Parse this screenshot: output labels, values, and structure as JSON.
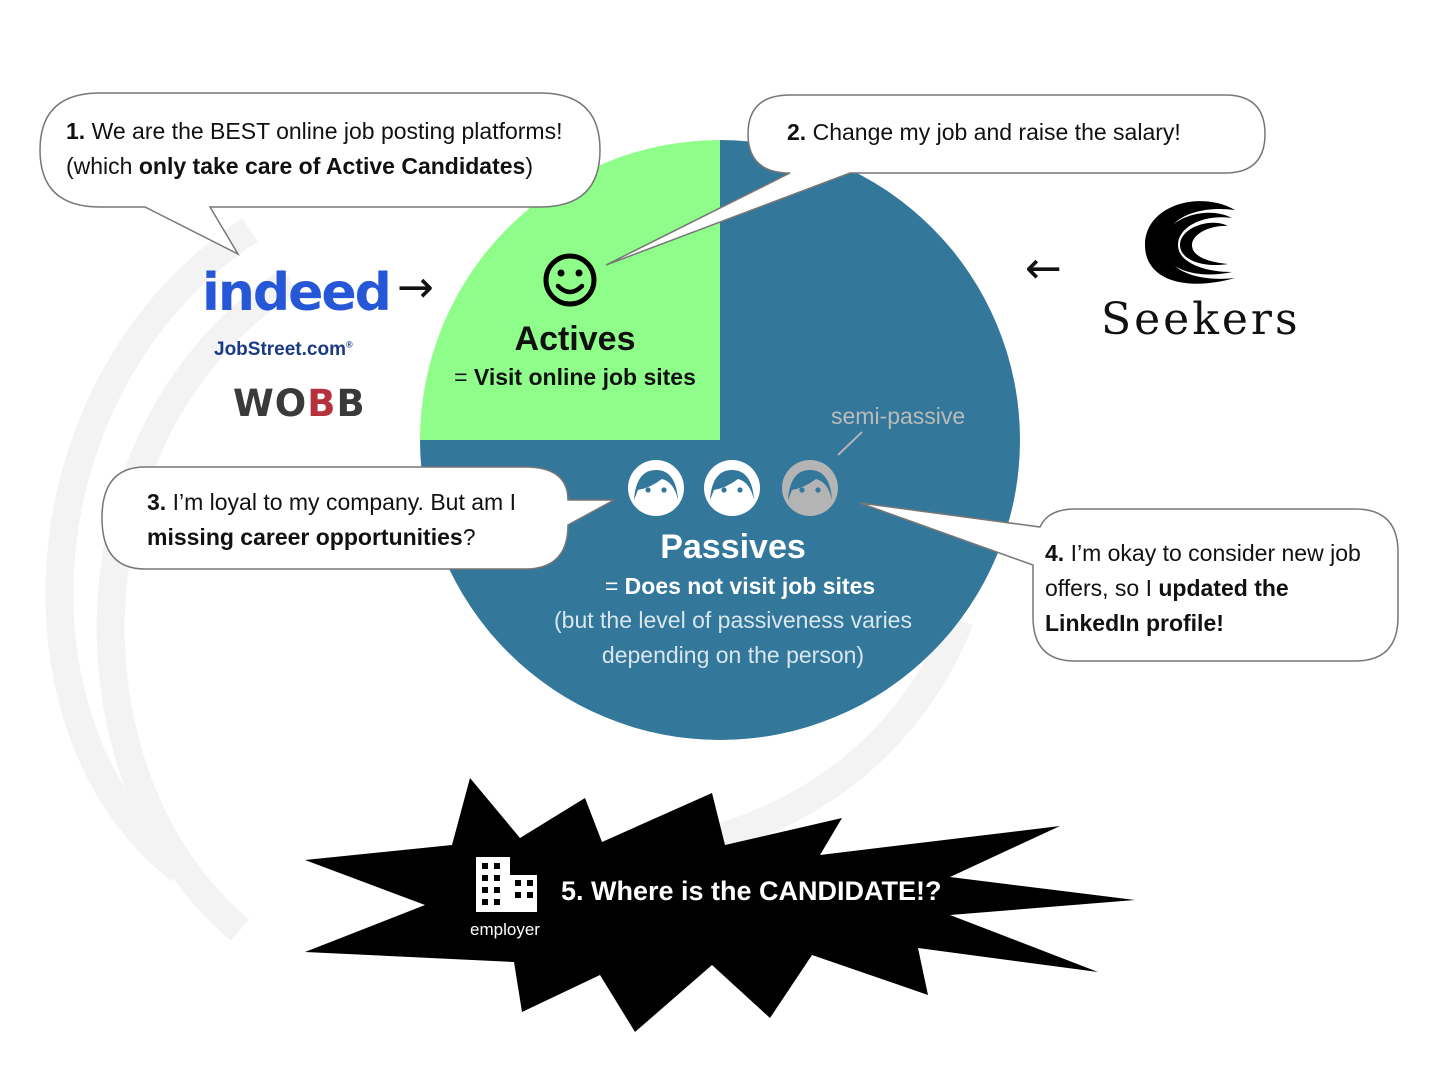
{
  "bubbles": {
    "b1": {
      "num": "1.",
      "line1": "We are the BEST online job posting platforms!",
      "line2_prefix": "(which ",
      "line2_bold": "only take care of Active Candidates",
      "line2_suffix": ")"
    },
    "b2": {
      "num": "2.",
      "text": "Change my job and raise the salary!"
    },
    "b3": {
      "num": "3.",
      "line1": "I’m loyal to my company. But am I",
      "line2_bold": "missing career opportunities",
      "line2_suffix": "?"
    },
    "b4": {
      "num": "4.",
      "line1": "I’m okay to consider new job",
      "line2_prefix": "offers, so I ",
      "line2_bold": "updated the",
      "line3_bold": "LinkedIn profile!"
    }
  },
  "actives": {
    "title": "Actives",
    "prefix": "= ",
    "desc": "Visit online job sites"
  },
  "passives": {
    "title": "Passives",
    "prefix": "= ",
    "desc": "Does not visit job sites",
    "note1": "(but the level of passiveness varies",
    "note2": "depending on the person)"
  },
  "semi_passive": "semi-passive",
  "logos": {
    "indeed": "indeed",
    "jobstreet": "JobStreet.com",
    "jobstreet_mark": "®",
    "wobb_a": "WO",
    "wobb_b": "B",
    "wobb_c": "B",
    "seekers": "Seekers"
  },
  "arrows": {
    "right": "→",
    "left": "←"
  },
  "burst": {
    "label": "employer",
    "text": "5. Where is the CANDIDATE!?"
  },
  "colors": {
    "actives": "#8ffd8a",
    "passives": "#33779b",
    "face_semi": "#b4b4b4",
    "burst": "#000000"
  }
}
